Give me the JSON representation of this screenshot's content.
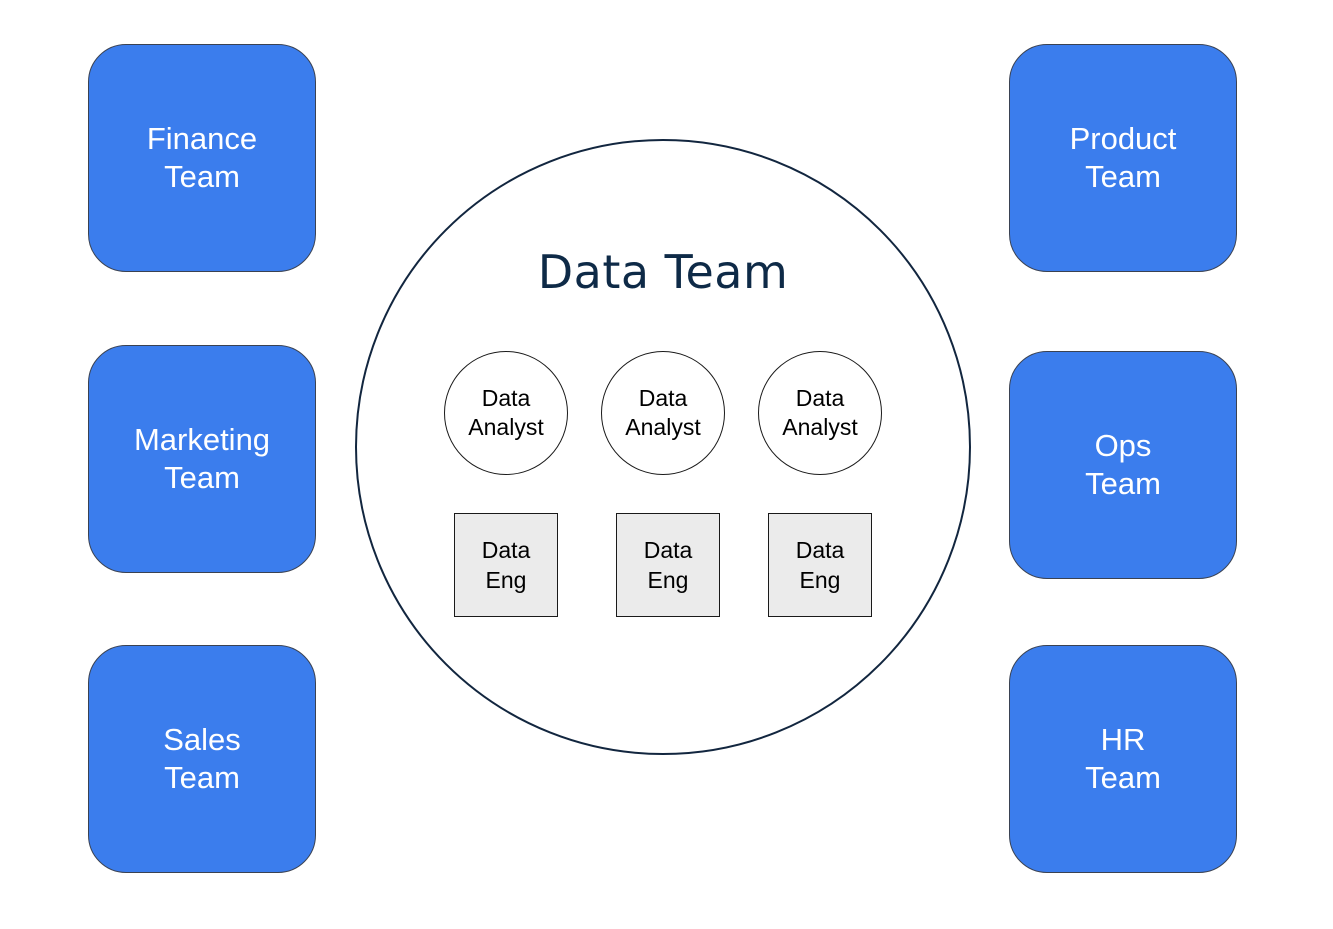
{
  "colors": {
    "team_box_fill": "#3b7ded",
    "team_box_text": "#ffffff",
    "data_team_title": "#0e2a47",
    "eng_fill": "#ebebeb"
  },
  "left_teams": [
    {
      "line1": "Finance",
      "line2": "Team"
    },
    {
      "line1": "Marketing",
      "line2": "Team"
    },
    {
      "line1": "Sales",
      "line2": "Team"
    }
  ],
  "right_teams": [
    {
      "line1": "Product",
      "line2": "Team"
    },
    {
      "line1": "Ops",
      "line2": "Team"
    },
    {
      "line1": "HR",
      "line2": "Team"
    }
  ],
  "data_team": {
    "title": "Data Team",
    "analysts": [
      {
        "line1": "Data",
        "line2": "Analyst"
      },
      {
        "line1": "Data",
        "line2": "Analyst"
      },
      {
        "line1": "Data",
        "line2": "Analyst"
      }
    ],
    "engineers": [
      {
        "line1": "Data",
        "line2": "Eng"
      },
      {
        "line1": "Data",
        "line2": "Eng"
      },
      {
        "line1": "Data",
        "line2": "Eng"
      }
    ]
  }
}
